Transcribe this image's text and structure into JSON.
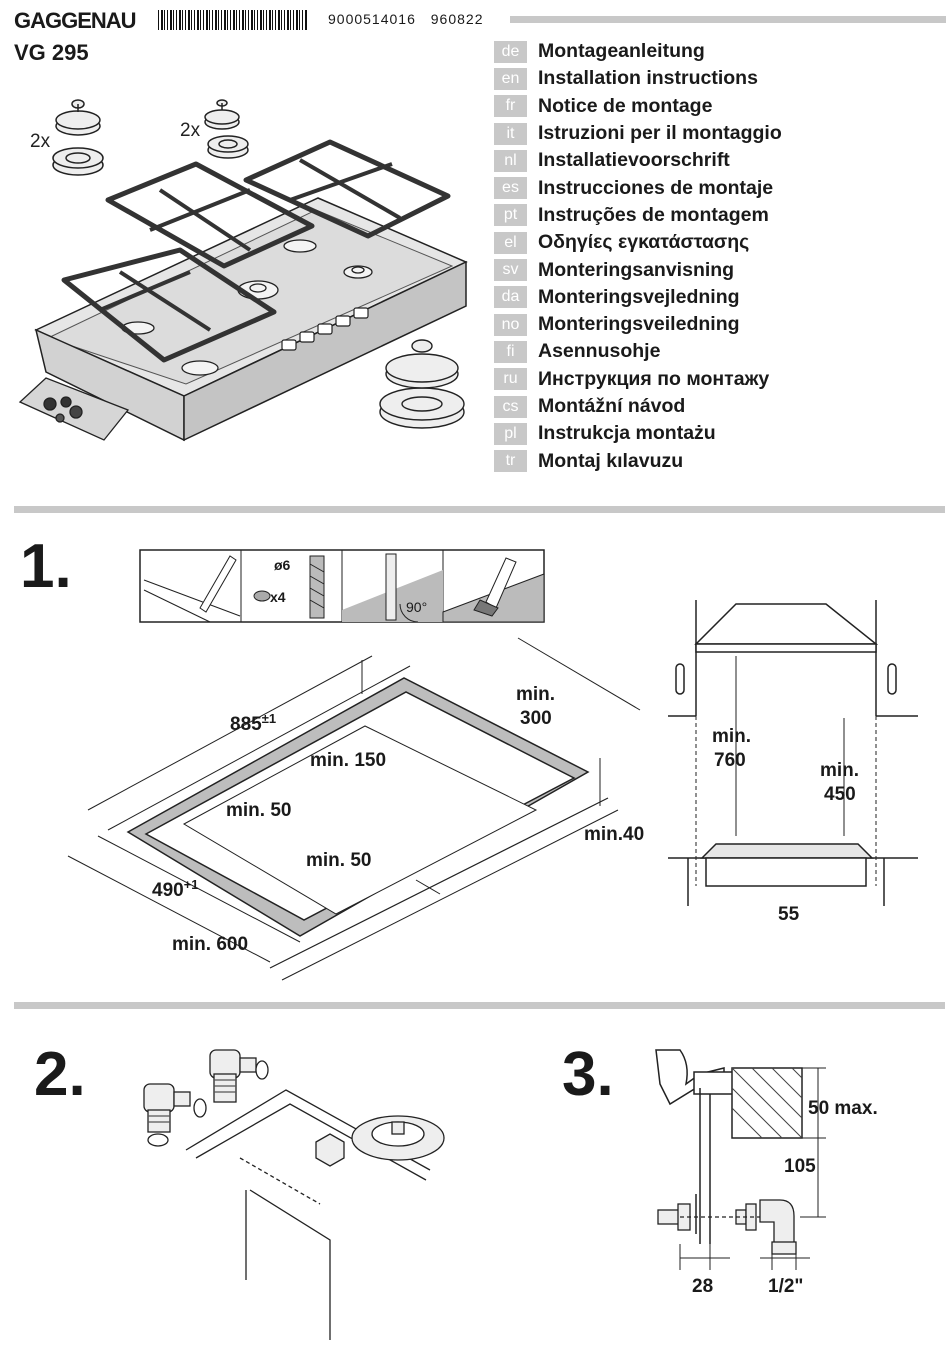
{
  "header": {
    "brand": "GAGGENAU",
    "code_number": "9000514016",
    "code_date": "960822",
    "model": "VG 295"
  },
  "kit_labels": [
    "2x",
    "2x"
  ],
  "languages": [
    {
      "code": "de",
      "title": "Montageanleitung"
    },
    {
      "code": "en",
      "title": "Installation instructions"
    },
    {
      "code": "fr",
      "title": "Notice de montage"
    },
    {
      "code": "it",
      "title": "Istruzioni per il montaggio"
    },
    {
      "code": "nl",
      "title": "Installatievoorschrift"
    },
    {
      "code": "es",
      "title": "Instrucciones de montaje"
    },
    {
      "code": "pt",
      "title": "Instruções de montagem"
    },
    {
      "code": "el",
      "title": "Οδηγίες εγκατάστασης"
    },
    {
      "code": "sv",
      "title": "Monteringsanvisning"
    },
    {
      "code": "da",
      "title": "Monteringsvejledning"
    },
    {
      "code": "no",
      "title": "Monteringsveiledning"
    },
    {
      "code": "fi",
      "title": "Asennusohje"
    },
    {
      "code": "ru",
      "title": "Инструкция по монтажу"
    },
    {
      "code": "cs",
      "title": "Montážní návod"
    },
    {
      "code": "pl",
      "title": "Instrukcja montażu"
    },
    {
      "code": "tr",
      "title": "Montaj kılavuzu"
    }
  ],
  "step1": {
    "number": "1.",
    "tools": {
      "drill_diameter": "ø6",
      "quantity": "x4",
      "angle": "90°"
    },
    "cutout": {
      "width": "885",
      "width_tolerance": "±1",
      "depth": "490",
      "depth_tolerance": "+1",
      "counter_depth": "min. 600",
      "front_distance": "min. 50",
      "side_distance": "min. 50",
      "rear_wall": "min. 150",
      "side_wall_line1": "min.",
      "side_wall_line2": "300",
      "thickness": "min.40"
    },
    "side_view": {
      "hood_line1": "min.",
      "hood_line2": "760",
      "cabinet_line1": "min.",
      "cabinet_line2": "450",
      "depth": "55"
    }
  },
  "step2": {
    "number": "2."
  },
  "step3": {
    "number": "3.",
    "max_label": "50 max.",
    "height": "105",
    "offset": "28",
    "thread": "1/2\""
  }
}
